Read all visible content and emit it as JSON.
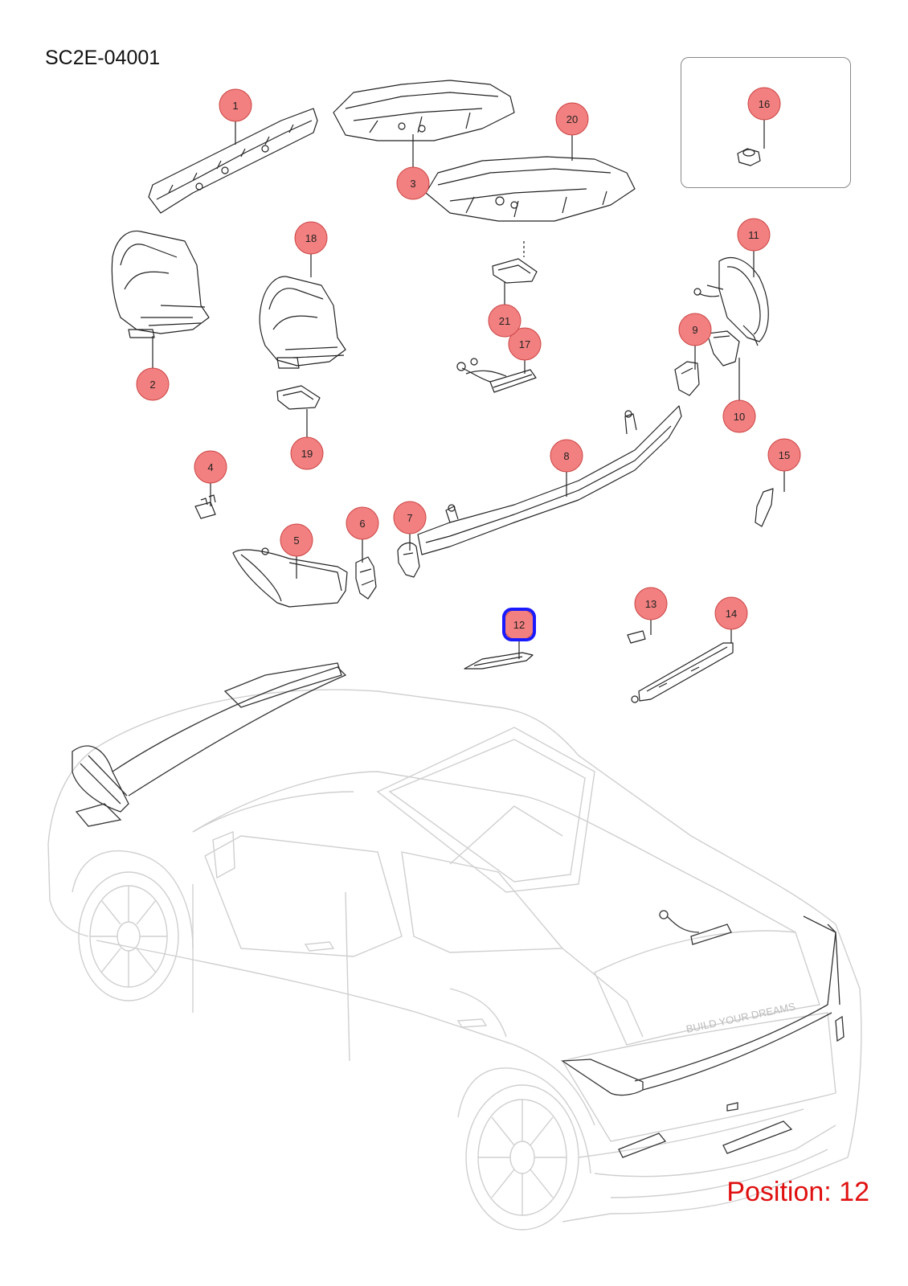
{
  "diagram": {
    "code": "SC2E-04001",
    "position_text": "Position: 12",
    "selected_position": "12"
  },
  "colors": {
    "callout_fill": "#f28080",
    "callout_border": "#cc4444",
    "selected_outline": "#1a1aff",
    "position_text": "#e01010",
    "part_line": "#222222",
    "car_outline": "#c8c8c8"
  },
  "callouts": [
    "1",
    "2",
    "3",
    "4",
    "5",
    "6",
    "7",
    "8",
    "9",
    "10",
    "11",
    "12",
    "13",
    "14",
    "15",
    "16",
    "17",
    "18",
    "19",
    "20",
    "21"
  ]
}
